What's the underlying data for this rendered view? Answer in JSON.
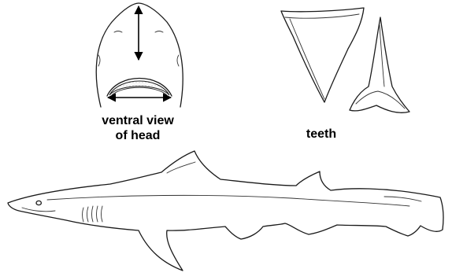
{
  "labels": {
    "head_view_line1": "ventral view",
    "head_view_line2": "of head",
    "teeth": "teeth"
  },
  "colors": {
    "ink": "#1a1a1a",
    "background": "#ffffff"
  }
}
